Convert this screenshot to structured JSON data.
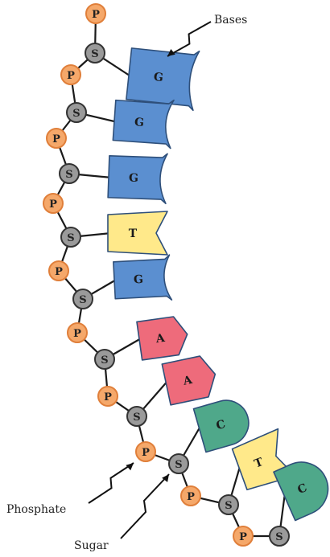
{
  "labels": {
    "bases": "Bases",
    "phosphate": "Phosphate",
    "sugar": "Sugar"
  },
  "node_text": {
    "phosphate": "P",
    "sugar": "S"
  },
  "bases_sequence": [
    "G",
    "G",
    "G",
    "T",
    "G",
    "A",
    "A",
    "C",
    "T",
    "C"
  ],
  "base_shapes": {
    "G": "notched",
    "T": "chevron-notch",
    "A": "pointed",
    "C": "rounded"
  },
  "colors": {
    "phosphate_fill": "#f5a86a",
    "phosphate_stroke": "#e07f3a",
    "sugar_fill": "#9a9a9a",
    "sugar_stroke": "#333333",
    "base_G": "#5b8fd0",
    "base_T": "#ffe98a",
    "base_A": "#ee6b7b",
    "base_C": "#4fa88a",
    "base_stroke": "#2e4f7a"
  }
}
